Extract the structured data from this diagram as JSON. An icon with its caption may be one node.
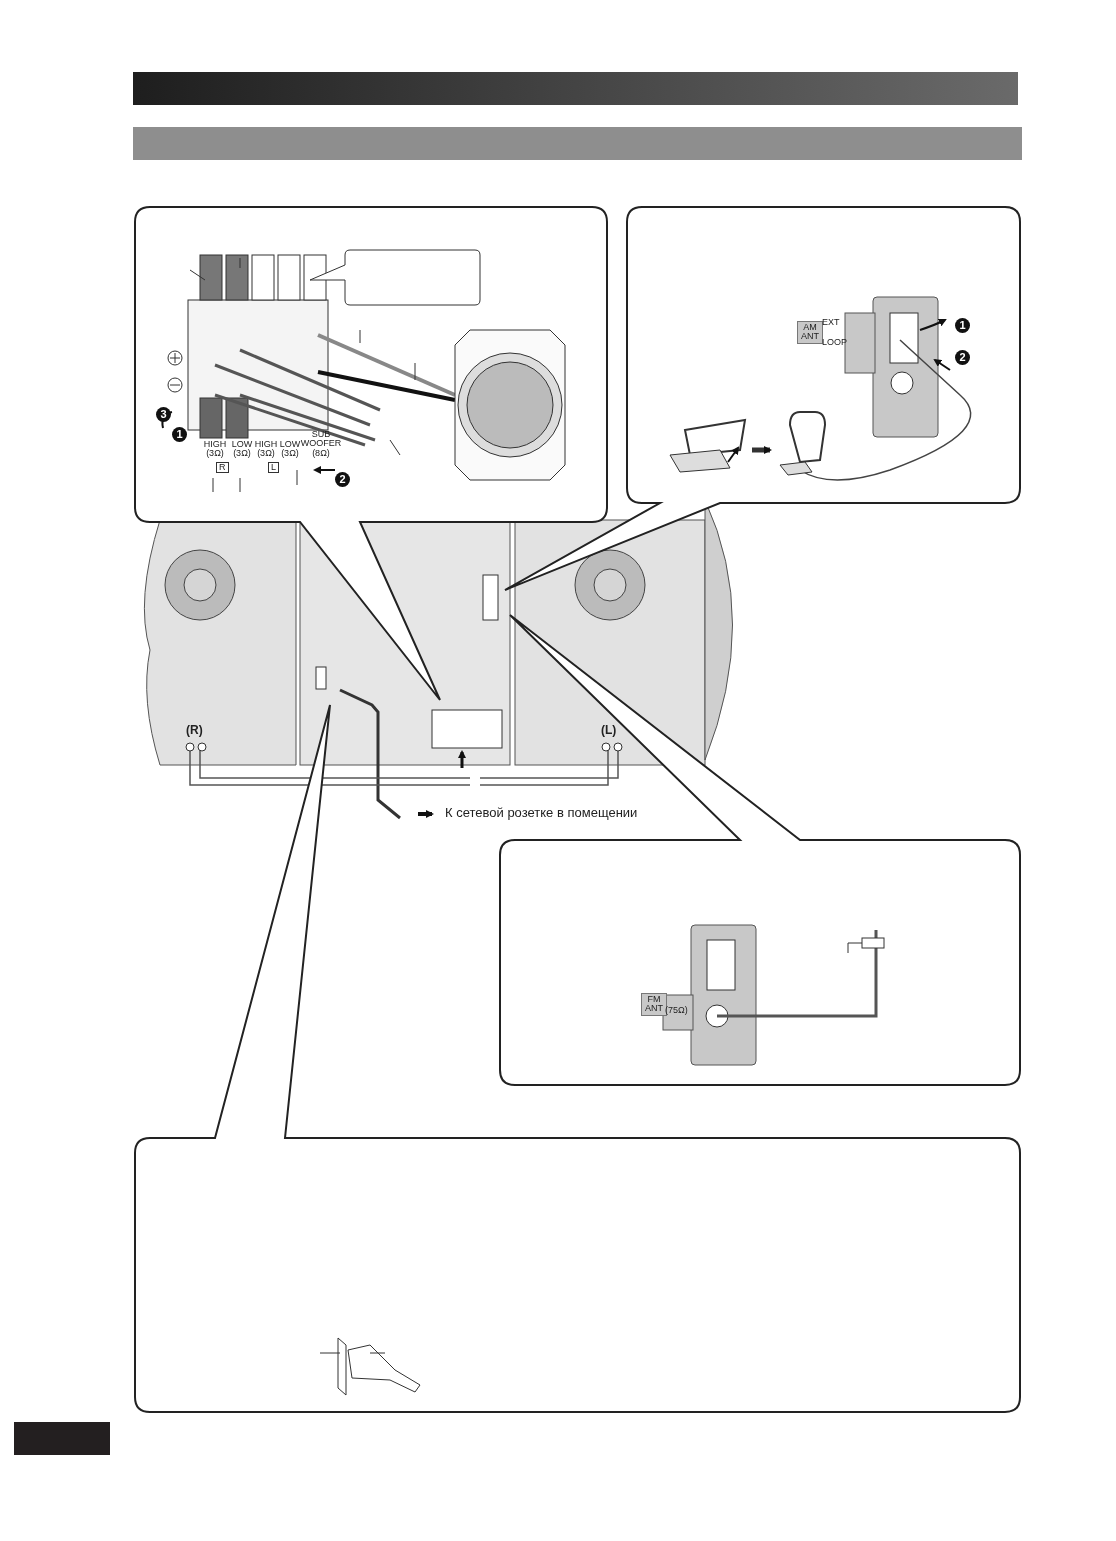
{
  "diagram": {
    "nodes": [
      {
        "text": [],
        "shape": "bar"
      },
      {
        "text": [],
        "shape": "bar"
      }
    ],
    "labels": [
      "3",
      "1",
      "HIGH (3Ω)",
      "LOW (3Ω)",
      "R",
      "HIGH (3Ω)",
      "LOW (3Ω)",
      "L",
      "SUB WOOFER (8Ω)",
      "2",
      "AM ANT",
      "EXT",
      "LOOP",
      "1",
      "2",
      "(R)",
      "(L)",
      "К сетевой розетке в помещении",
      "FM ANT",
      "(75Ω)"
    ]
  }
}
